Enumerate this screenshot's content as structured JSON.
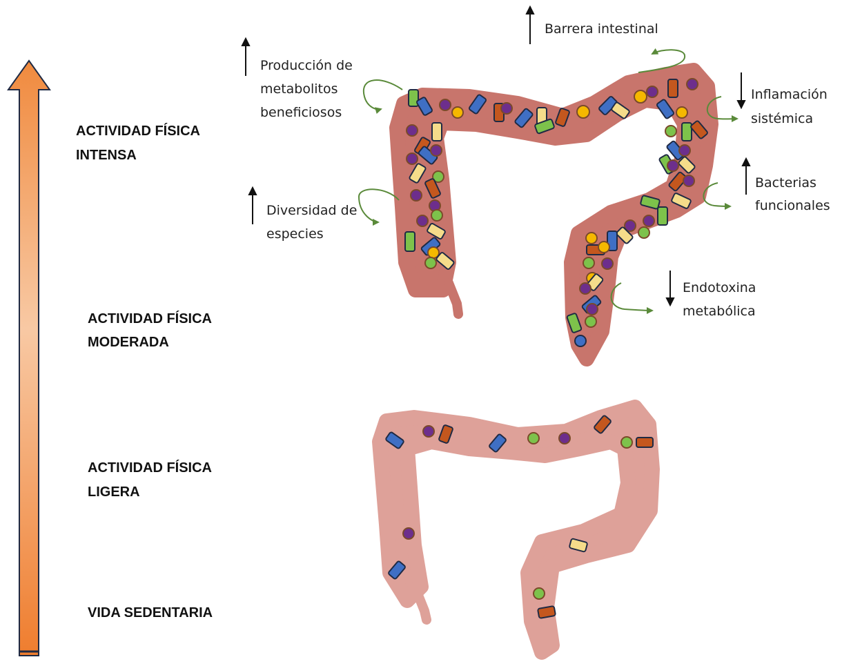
{
  "levels": [
    {
      "line1": "ACTIVIDAD FÍSICA",
      "line2": "INTENSA"
    },
    {
      "line1": "ACTIVIDAD FÍSICA",
      "line2": "MODERADA"
    },
    {
      "line1": "ACTIVIDAD FÍSICA",
      "line2": "LIGERA"
    },
    {
      "line1": "VIDA SEDENTARIA",
      "line2": ""
    }
  ],
  "effects": [
    {
      "line1": "Producción de",
      "line2": "metabolitos",
      "line3": "beneficiosos",
      "direction": "up"
    },
    {
      "line1": "Barrera intestinal",
      "line2": "",
      "line3": "",
      "direction": "up"
    },
    {
      "line1": "Inflamación",
      "line2": "sistémica",
      "line3": "",
      "direction": "down"
    },
    {
      "line1": "Diversidad de",
      "line2": "especies",
      "line3": "",
      "direction": "up"
    },
    {
      "line1": "Bacterias",
      "line2": "funcionales",
      "line3": "",
      "direction": "up"
    },
    {
      "line1": "Endotoxina",
      "line2": "metabólica",
      "line3": "",
      "direction": "down"
    }
  ],
  "colors": {
    "arrow_top": "#f08a3e",
    "arrow_mid": "#f8c9a4",
    "arrow_bottom": "#ef7d2e",
    "arrow_outline": "#1f2a44",
    "colon_healthy": "#c8756c",
    "colon_sedentary": "#dea199",
    "curved_arrow": "#5a8a3a",
    "bacteria_green": "#7dc24b",
    "bacteria_blue": "#3f6fc4",
    "bacteria_orange": "#c4571e",
    "bacteria_yellow": "#f5dc8a",
    "bacteria_purple": "#6d2e8c",
    "bacteria_gold": "#f5b800"
  }
}
